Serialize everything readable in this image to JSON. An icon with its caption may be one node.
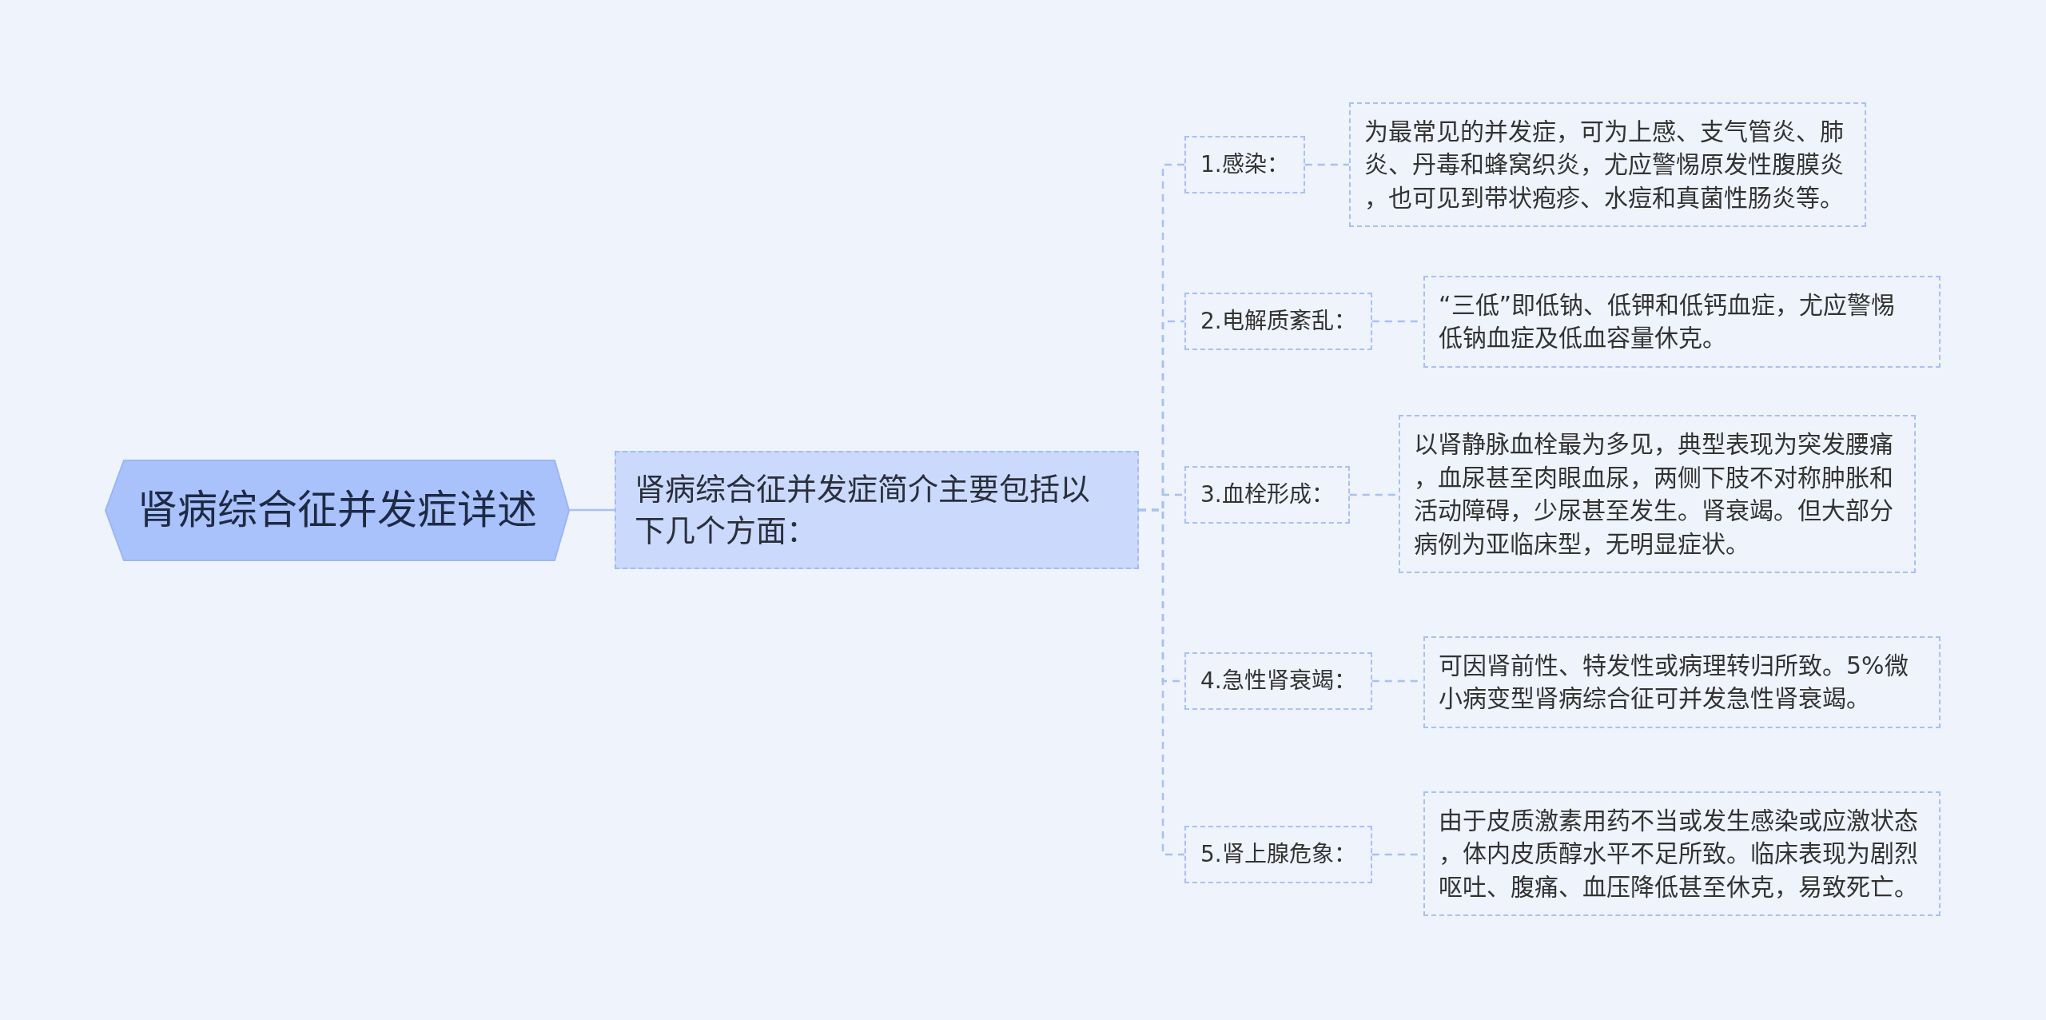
{
  "diagram": {
    "nodes": [
      {
        "text": [
          "肾病综合征并发症详述"
        ]
      },
      {
        "text": [
          "肾病综合征并发症简介主要包括以下几个方面："
        ]
      },
      {
        "text": [
          "1.感染："
        ]
      },
      {
        "text": [
          "为最常见的并发症，可为上感、支气管炎、肺炎、丹毒和蜂窝织炎，尤应警惕原发性腹膜炎，也可见到带状疱疹、水痘和真菌性肠炎等。"
        ]
      },
      {
        "text": [
          "2.电解质紊乱："
        ]
      },
      {
        "text": [
          "“三低”即低钠、低钾和低钙血症，尤应警惕低钠血症及低血容量休克。"
        ]
      },
      {
        "text": [
          "3.血栓形成："
        ]
      },
      {
        "text": [
          "以肾静脉血栓最为多见，典型表现为突发腰痛，血尿甚至肉眼血尿，两侧下肢不对称肿胀和活动障碍，少尿甚至发生。肾衰竭。但大部分病例为亚临床型，无明显症状。"
        ]
      },
      {
        "text": [
          "4.急性肾衰竭："
        ]
      },
      {
        "text": [
          "可因肾前性、特发性或病理转归所致。5%微小病变型肾病综合征可并发急性肾衰竭。"
        ]
      },
      {
        "text": [
          "5.肾上腺危象："
        ]
      },
      {
        "text": [
          "由于皮质激素用药不当或发生感染或应激状态，体内皮质醇水平不足所致。临床表现为剧烈呕吐、腹痛、血压降低甚至休克，易致死亡。"
        ]
      }
    ],
    "edges": [
      {
        "from": 0,
        "to": 1,
        "arrow": "none"
      },
      {
        "from": 1,
        "to": 2,
        "arrow": "none",
        "style": "dashed"
      },
      {
        "from": 2,
        "to": 3,
        "arrow": "none",
        "style": "dashed"
      },
      {
        "from": 1,
        "to": 4,
        "arrow": "none",
        "style": "dashed"
      },
      {
        "from": 4,
        "to": 5,
        "arrow": "none",
        "style": "dashed"
      },
      {
        "from": 1,
        "to": 6,
        "arrow": "none",
        "style": "dashed"
      },
      {
        "from": 6,
        "to": 7,
        "arrow": "none",
        "style": "dashed"
      },
      {
        "from": 1,
        "to": 8,
        "arrow": "none",
        "style": "dashed"
      },
      {
        "from": 8,
        "to": 9,
        "arrow": "none",
        "style": "dashed"
      },
      {
        "from": 1,
        "to": 10,
        "arrow": "none",
        "style": "dashed"
      },
      {
        "from": 10,
        "to": 11,
        "arrow": "none",
        "style": "dashed"
      }
    ]
  }
}
